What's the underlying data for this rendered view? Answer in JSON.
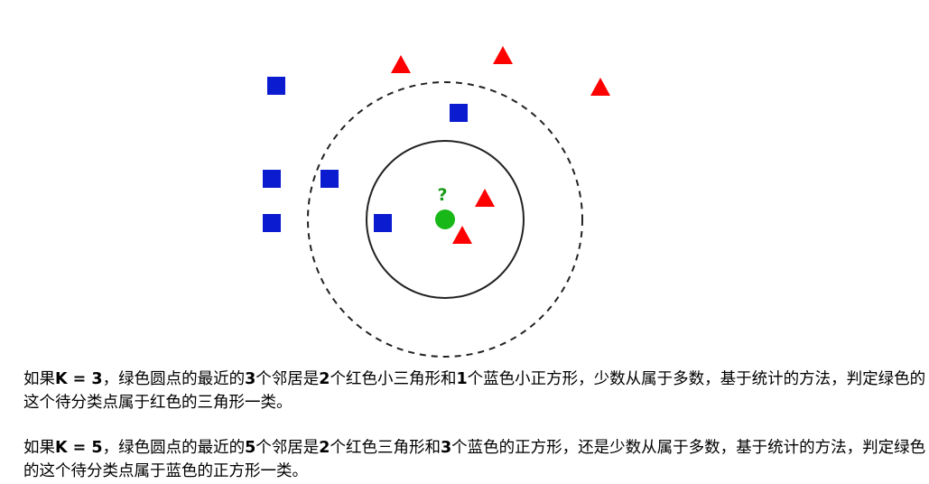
{
  "diagram": {
    "query_label": "?",
    "colors": {
      "blue_square": "#0b1bd0",
      "red_triangle": "#ff0000",
      "green_point": "#18b818",
      "question_mark": "#1a9a1a",
      "circle_stroke": "#222222"
    },
    "legend_shapes": {
      "class_a": "blue-square",
      "class_b": "red-triangle",
      "query": "green-circle"
    },
    "point_counts": {
      "blue_squares": 6,
      "red_triangles": 5
    },
    "neighbors": {
      "k3": {
        "red_triangles": 2,
        "blue_squares": 1
      },
      "k5": {
        "red_triangles": 2,
        "blue_squares": 3
      }
    }
  },
  "text": {
    "p1": {
      "a": "如果",
      "b": "K = 3",
      "c": "，绿色圆点的最近的",
      "d": "3",
      "e": "个邻居是",
      "f": "2",
      "g": "个红色小三角形和",
      "h": "1",
      "i": "个蓝色小正方形，少数从属于多数，基于统计的方法，判定绿色的这个待分类点属于红色的三角形一类。"
    },
    "p2": {
      "a": "如果",
      "b": "K = 5",
      "c": "，绿色圆点的最近的",
      "d": "5",
      "e": "个邻居是",
      "f": "2",
      "g": "个红色三角形和",
      "h": "3",
      "i": "个蓝色的正方形，还是少数从属于多数，基于统计的方法，判定绿色的这个待分类点属于蓝色的正方形一类。"
    }
  }
}
